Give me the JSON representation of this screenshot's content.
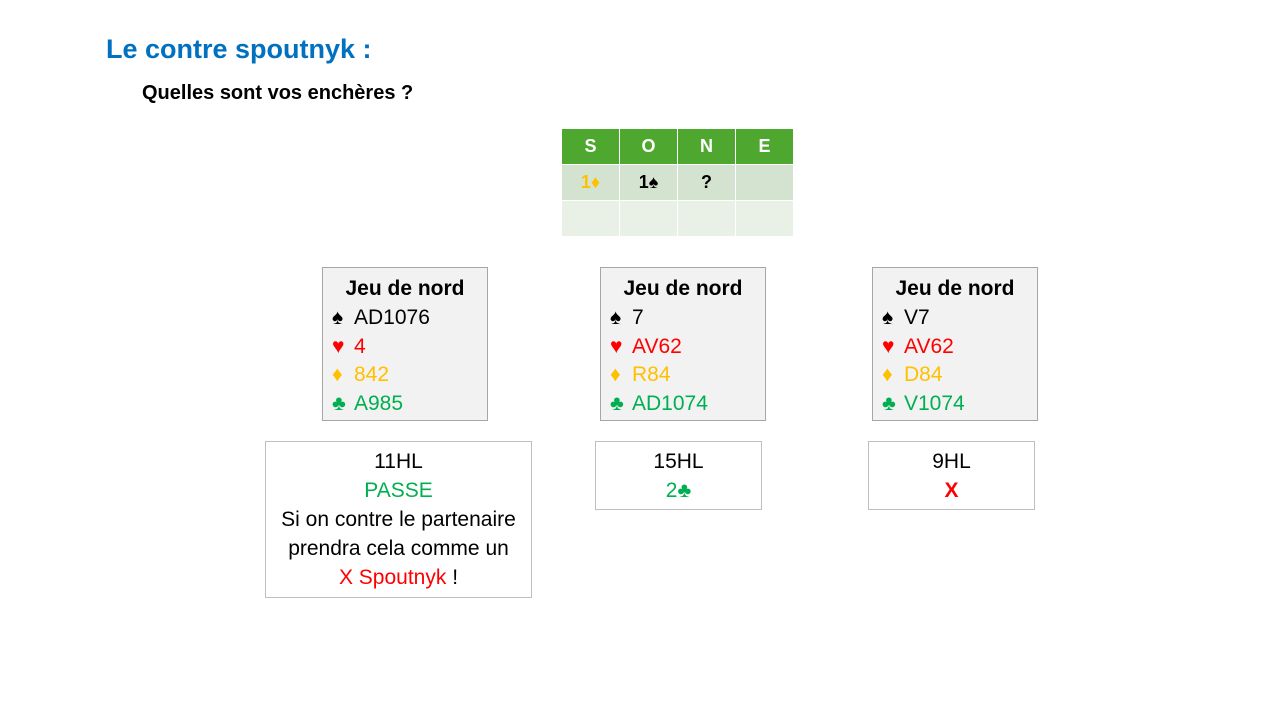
{
  "header": {
    "title": "Le contre spoutnyk :",
    "subtitle": "Quelles sont vos enchères ?"
  },
  "bidding": {
    "headers": [
      "S",
      "O",
      "N",
      "E"
    ],
    "row1": {
      "s_level": "1",
      "s_suit": "♦",
      "o_level": "1",
      "o_suit": "♠",
      "n": "?",
      "e": ""
    },
    "row2": [
      "",
      "",
      "",
      ""
    ]
  },
  "hands": [
    {
      "title": "Jeu de nord",
      "spades": "AD1076",
      "hearts": "4",
      "diamonds": "842",
      "clubs": "A985"
    },
    {
      "title": "Jeu de nord",
      "spades": "7",
      "hearts": "AV62",
      "diamonds": "R84",
      "clubs": "AD1074"
    },
    {
      "title": "Jeu de nord",
      "spades": "V7",
      "hearts": "AV62",
      "diamonds": "D84",
      "clubs": "V1074"
    }
  ],
  "suits": {
    "spade": "♠",
    "heart": "♥",
    "diamond": "♦",
    "club": "♣"
  },
  "answers": [
    {
      "points": "11HL",
      "bid": "PASSE",
      "explanation_1": "Si on contre le partenaire",
      "explanation_2": "prendra cela comme un",
      "highlight": "X Spoutnyk",
      "ending": " !"
    },
    {
      "points": "15HL",
      "bid_level": "2",
      "bid_suit": "♣"
    },
    {
      "points": "9HL",
      "bid": "X"
    }
  ],
  "colors": {
    "title": "#0070c0",
    "table_header": "#4ea72e",
    "club": "#00b050",
    "heart": "#ff0000",
    "diamond": "#ffc000",
    "spade": "#000000"
  }
}
